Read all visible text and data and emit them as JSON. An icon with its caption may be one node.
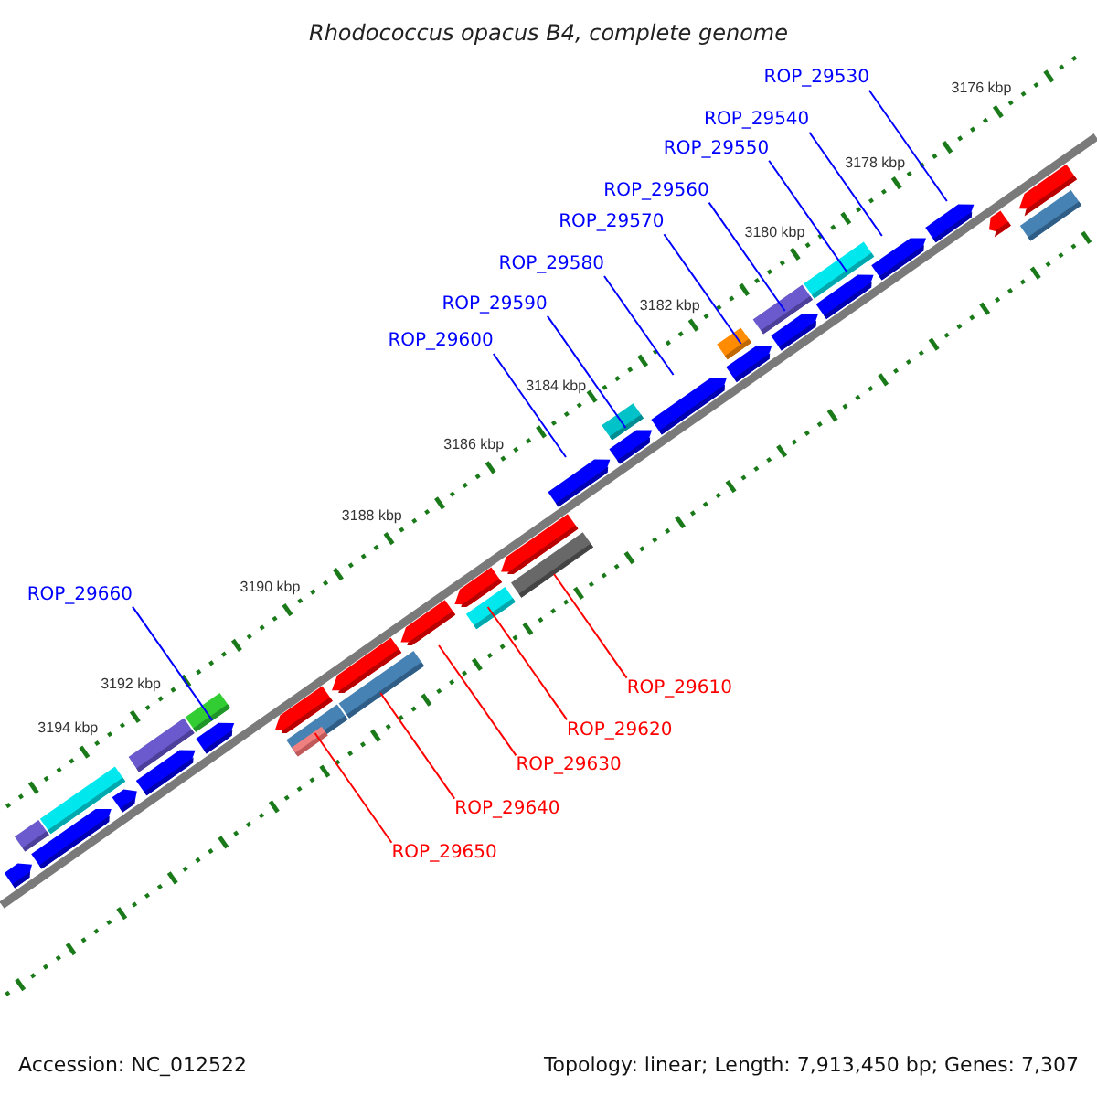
{
  "diagram": {
    "title": "Rhodococcus opacus B4, complete genome",
    "nodes": [
      {
        "text": [
          "ROP_29530"
        ]
      },
      {
        "text": [
          "ROP_29540"
        ]
      },
      {
        "text": [
          "ROP_29550"
        ]
      },
      {
        "text": [
          "ROP_29560"
        ]
      },
      {
        "text": [
          "ROP_29570"
        ]
      },
      {
        "text": [
          "ROP_29580"
        ]
      },
      {
        "text": [
          "ROP_29590"
        ]
      },
      {
        "text": [
          "ROP_29600"
        ]
      },
      {
        "text": [
          "ROP_29660"
        ]
      },
      {
        "text": [
          "ROP_29610"
        ]
      },
      {
        "text": [
          "ROP_29620"
        ]
      },
      {
        "text": [
          "ROP_29630"
        ]
      },
      {
        "text": [
          "ROP_29640"
        ]
      },
      {
        "text": [
          "ROP_29650"
        ]
      },
      {
        "text": [],
        "shape": "bar"
      },
      {
        "text": [],
        "shape": "bar"
      },
      {
        "text": [],
        "shape": "bar"
      },
      {
        "text": [],
        "shape": "bar"
      },
      {
        "text": [],
        "shape": "bar"
      },
      {
        "text": [],
        "shape": "bar"
      },
      {
        "text": [],
        "shape": "bar"
      },
      {
        "text": [],
        "shape": "bar"
      },
      {
        "text": [],
        "shape": "bar"
      },
      {
        "text": [],
        "shape": "bar"
      },
      {
        "text": [],
        "shape": "bar"
      },
      {
        "text": [],
        "shape": "bar"
      },
      {
        "text": [],
        "shape": "bar"
      },
      {
        "text": [],
        "shape": "bar"
      }
    ],
    "edges": [
      {
        "from": 0,
        "to": 14,
        "arrow": "none"
      },
      {
        "from": 1,
        "to": 15,
        "arrow": "none"
      },
      {
        "from": 2,
        "to": 16,
        "arrow": "none"
      },
      {
        "from": 3,
        "to": 17,
        "arrow": "none"
      },
      {
        "from": 4,
        "to": 18,
        "arrow": "none"
      },
      {
        "from": 5,
        "to": 19,
        "arrow": "none"
      },
      {
        "from": 6,
        "to": 20,
        "arrow": "none"
      },
      {
        "from": 7,
        "to": 21,
        "arrow": "none"
      },
      {
        "from": 8,
        "to": 22,
        "arrow": "none"
      },
      {
        "from": 9,
        "to": 23,
        "arrow": "none",
        "color": "#ff0000"
      },
      {
        "from": 10,
        "to": 24,
        "arrow": "none",
        "color": "#ff0000"
      },
      {
        "from": 11,
        "to": 25,
        "arrow": "none",
        "color": "#ff0000"
      },
      {
        "from": 12,
        "to": 26,
        "arrow": "none",
        "color": "#ff0000"
      },
      {
        "from": 13,
        "to": 27,
        "arrow": "none",
        "color": "#ff0000"
      }
    ],
    "labels": [
      "3176 kbp",
      "3178 kbp",
      "3180 kbp",
      "3182 kbp",
      "3184 kbp",
      "3186 kbp",
      "3188 kbp",
      "3190 kbp",
      "3192 kbp",
      "3194 kbp",
      "Accession: NC_012522",
      "Topology: linear; Length: 7,913,450 bp; Genes: 7,307"
    ]
  }
}
